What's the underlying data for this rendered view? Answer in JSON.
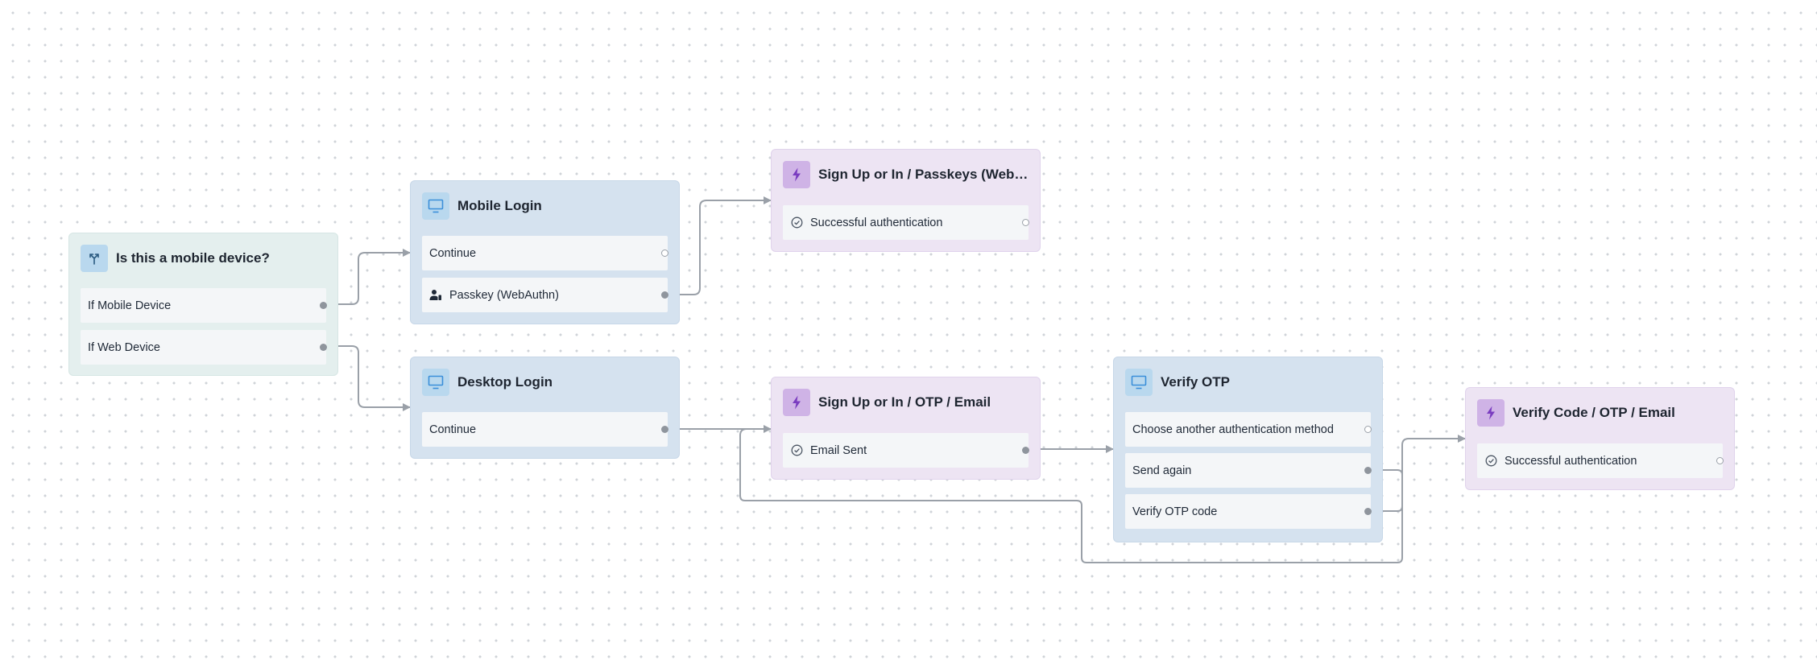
{
  "colors": {
    "condition_bg": "#e4efee",
    "screen_bg": "#d5e2ef",
    "action_bg": "#ede4f3",
    "edge": "#9aa0a8",
    "screen_icon": "#3b8fd9",
    "action_icon": "#7a3cc0"
  },
  "nodes": {
    "condition": {
      "icon": "branch-icon",
      "title": "Is this a mobile device?",
      "rows": [
        {
          "label": "If Mobile Device"
        },
        {
          "label": "If Web Device"
        }
      ]
    },
    "mobile_login": {
      "icon": "monitor-icon",
      "title": "Mobile Login",
      "rows": [
        {
          "label": "Continue"
        },
        {
          "label": "Passkey (WebAuthn)",
          "icon": "user-key-icon"
        }
      ]
    },
    "desktop_login": {
      "icon": "monitor-icon",
      "title": "Desktop Login",
      "rows": [
        {
          "label": "Continue"
        }
      ]
    },
    "passkeys_action": {
      "icon": "lightning-icon",
      "title": "Sign Up or In / Passkeys (WebAu...",
      "rows": [
        {
          "label": "Successful authentication",
          "icon": "check-circle-icon"
        }
      ]
    },
    "otp_email_action": {
      "icon": "lightning-icon",
      "title": "Sign Up or In / OTP / Email",
      "rows": [
        {
          "label": "Email Sent",
          "icon": "check-circle-icon"
        }
      ]
    },
    "verify_otp": {
      "icon": "monitor-icon",
      "title": "Verify OTP",
      "rows": [
        {
          "label": "Choose another authentication method"
        },
        {
          "label": "Send again"
        },
        {
          "label": "Verify OTP code"
        }
      ]
    },
    "verify_code_action": {
      "icon": "lightning-icon",
      "title": "Verify Code / OTP / Email",
      "rows": [
        {
          "label": "Successful authentication",
          "icon": "check-circle-icon"
        }
      ]
    }
  }
}
